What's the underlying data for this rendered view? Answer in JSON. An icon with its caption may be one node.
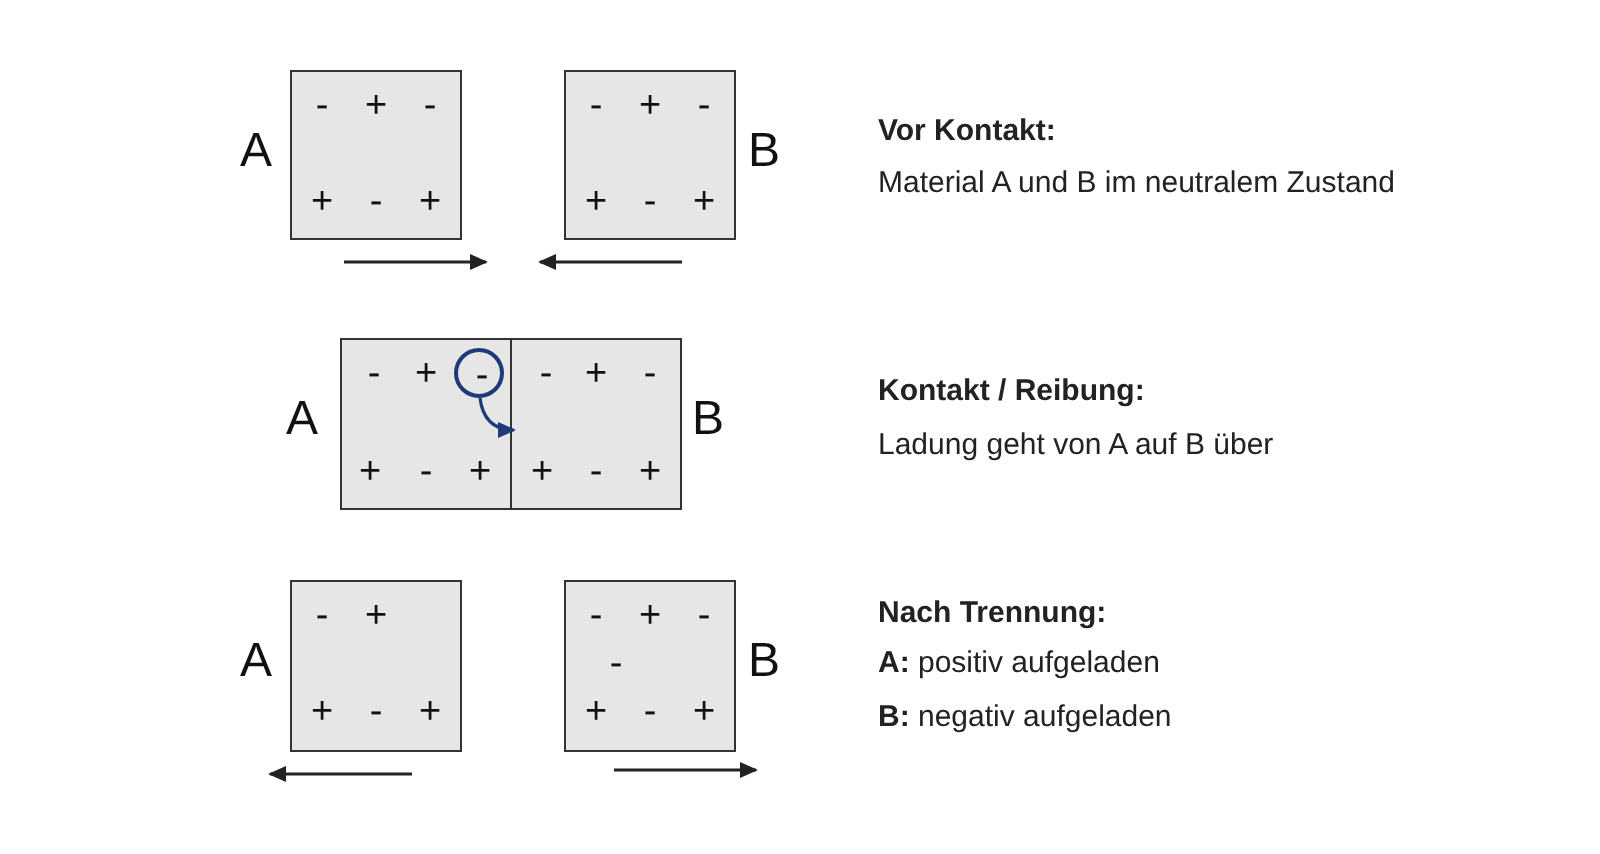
{
  "diagram": {
    "nodes": [
      {
        "text": [
          "-",
          "+",
          "-",
          "+",
          "-",
          "+"
        ],
        "beside": [
          "A"
        ]
      },
      {
        "text": [
          "-",
          "+",
          "-",
          "+",
          "-",
          "+"
        ],
        "beside": [
          "B"
        ]
      },
      {
        "text": [
          "-",
          "+",
          "+",
          "-",
          "+"
        ],
        "beside": [
          "A"
        ]
      },
      {
        "text": [
          "-"
        ],
        "in": 2
      },
      {
        "text": [
          "-",
          "+",
          "-",
          "+",
          "-",
          "+"
        ],
        "beside": [
          "B"
        ]
      },
      {
        "text": [
          "-",
          "+",
          "+",
          "-",
          "+"
        ],
        "beside": [
          "A"
        ]
      },
      {
        "text": [
          "-",
          "+",
          "-",
          "-",
          "+",
          "-",
          "+"
        ],
        "beside": [
          "B"
        ]
      }
    ],
    "edges": [
      {
        "from": 3,
        "to": 4,
        "arrow": "to",
        "color": "#1e3a78"
      }
    ],
    "labels": [
      "Vor Kontakt:",
      "Material A und B im neutralem Zustand",
      "Kontakt / Reibung:",
      "Ladung geht von A auf B über",
      "Nach Trennung:",
      "**A:** positiv aufgeladen",
      "**B:** negativ aufgeladen"
    ]
  }
}
